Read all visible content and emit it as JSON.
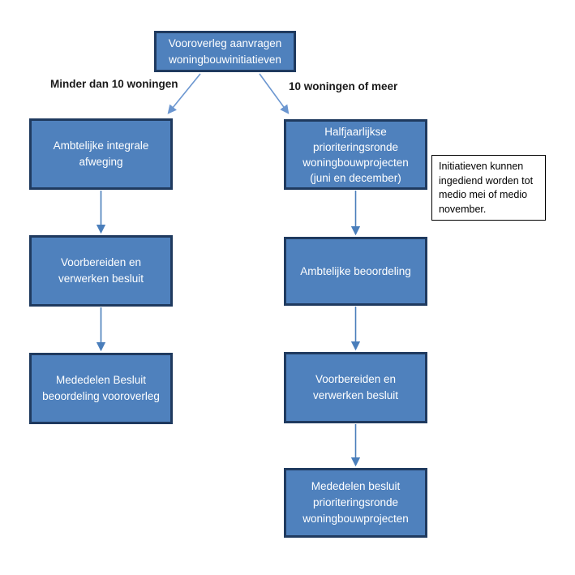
{
  "colors": {
    "box_fill": "#4F81BD",
    "box_border": "#1F3A5F",
    "arrow": "#4A7EBB",
    "arrow_light": "#6B96D0",
    "text_white": "#FFFFFF",
    "note_border": "#000000",
    "label_text": "#1A1A1A"
  },
  "flowchart": {
    "root": {
      "label": "Vooroverleg aanvragen woningbouwinitiatieven"
    },
    "branch_labels": {
      "left": "Minder dan 10 woningen",
      "right": "10 woningen of meer"
    },
    "left_branch": [
      {
        "label": "Ambtelijke integrale afweging"
      },
      {
        "label": "Voorbereiden en verwerken besluit"
      },
      {
        "label": "Mededelen Besluit beoordeling vooroverleg"
      }
    ],
    "right_branch": [
      {
        "label": "Halfjaarlijkse prioriteringsronde woningbouwprojecten (juni en december)"
      },
      {
        "label": "Ambtelijke beoordeling"
      },
      {
        "label": "Voorbereiden en verwerken besluit"
      },
      {
        "label": "Mededelen besluit prioriteringsronde woningbouwprojecten"
      }
    ],
    "note": {
      "text": "Initiatieven kunnen ingediend worden tot medio mei of medio november."
    }
  }
}
